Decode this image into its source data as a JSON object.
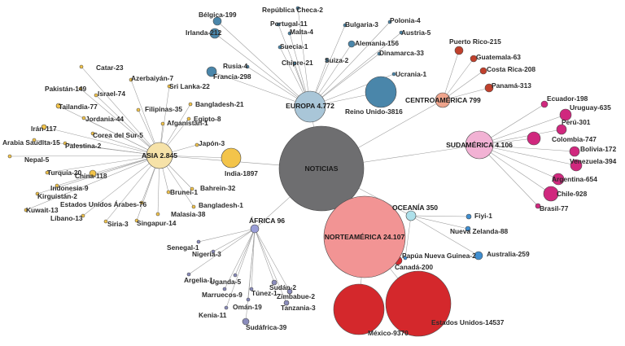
{
  "colors": {
    "center": "#6e6e70",
    "asia_hub": "#f6e2a8",
    "asia": "#f3c44a",
    "europa_hub": "#a9c6d8",
    "europa": "#4a86aa",
    "centro_hub": "#eea48c",
    "centro": "#c0402c",
    "sud_hub": "#f2b2d4",
    "sud": "#d0287e",
    "oceania_hub": "#aee0ea",
    "oceania": "#3f8ed0",
    "norte_hub": "#f29494",
    "norte": "#d4282c",
    "africa_hub": "#9a9ed8",
    "africa": "#8a8cbc"
  },
  "hubs": [
    {
      "id": "noticias",
      "label": "NOTICIAS",
      "color": "center"
    },
    {
      "id": "asia",
      "label": "ASIA 2.845",
      "color": "asia_hub"
    },
    {
      "id": "europa",
      "label": "EUROPA  4.772",
      "color": "europa_hub"
    },
    {
      "id": "centro",
      "label": "CENTROAMÉRICA 799",
      "color": "centro_hub"
    },
    {
      "id": "sud",
      "label": "SUDAMÉRICA 4.106",
      "color": "sud_hub"
    },
    {
      "id": "oceania",
      "label": "OCEANÍA 350",
      "color": "oceania_hub"
    },
    {
      "id": "norte",
      "label": "NORTEAMÉRICA 24.107",
      "color": "norte_hub"
    },
    {
      "id": "africa",
      "label": "ÁFRICA 96",
      "color": "africa_hub"
    }
  ],
  "nodes": [
    {
      "id": "catar",
      "hub": "asia",
      "label": "Catar-23",
      "color": "asia"
    },
    {
      "id": "azerbaiyan",
      "hub": "asia",
      "label": "Azerbaiyán-7",
      "color": "asia"
    },
    {
      "id": "pakistan",
      "hub": "asia",
      "label": "Pakistán-149",
      "color": "asia"
    },
    {
      "id": "israel",
      "hub": "asia",
      "label": "Israel-74",
      "color": "asia"
    },
    {
      "id": "srilanka",
      "hub": "asia",
      "label": "Sri Lanka-22",
      "color": "asia"
    },
    {
      "id": "tailandia",
      "hub": "asia",
      "label": "Tailandia-77",
      "color": "asia"
    },
    {
      "id": "filipinas",
      "hub": "asia",
      "label": "Filipinas-35",
      "color": "asia"
    },
    {
      "id": "bangladesh21",
      "hub": "asia",
      "label": "Bangladesh-21",
      "color": "asia"
    },
    {
      "id": "jordania",
      "hub": "asia",
      "label": "Jordania-44",
      "color": "asia"
    },
    {
      "id": "afganistan",
      "hub": "asia",
      "label": "Afganistán-1",
      "color": "asia"
    },
    {
      "id": "egipto",
      "hub": "asia",
      "label": "Egipto-8",
      "color": "asia"
    },
    {
      "id": "iran",
      "hub": "asia",
      "label": "Irán-117",
      "color": "asia"
    },
    {
      "id": "corea",
      "hub": "asia",
      "label": "Corea del Sur-5",
      "color": "asia"
    },
    {
      "id": "arabia",
      "hub": "asia",
      "label": "Arabia Saudita-15",
      "color": "asia"
    },
    {
      "id": "palestina",
      "hub": "asia",
      "label": "Palestina-2",
      "color": "asia"
    },
    {
      "id": "japon",
      "hub": "asia",
      "label": "Japón-3",
      "color": "asia"
    },
    {
      "id": "nepal",
      "hub": "asia",
      "label": "Nepal-5",
      "color": "asia"
    },
    {
      "id": "turquia",
      "hub": "asia",
      "label": "Turquía-20",
      "color": "asia"
    },
    {
      "id": "china",
      "hub": "asia",
      "label": "China-118",
      "color": "asia"
    },
    {
      "id": "india",
      "hub": "asia",
      "label": "India-1897",
      "color": "asia"
    },
    {
      "id": "indonesia",
      "hub": "asia",
      "label": "Indonesia-9",
      "color": "asia"
    },
    {
      "id": "kirguistan",
      "hub": "asia",
      "label": "Kirguistán-2",
      "color": "asia"
    },
    {
      "id": "eau",
      "hub": "asia",
      "label": "Estados Unidos Árabes-76",
      "color": "asia"
    },
    {
      "id": "brunei",
      "hub": "asia",
      "label": "Brunei-1",
      "color": "asia"
    },
    {
      "id": "bahrein",
      "hub": "asia",
      "label": "Bahrein-32",
      "color": "asia"
    },
    {
      "id": "kuwait",
      "hub": "asia",
      "label": "Kuwait-13",
      "color": "asia"
    },
    {
      "id": "libano",
      "hub": "asia",
      "label": "Líbano-13",
      "color": "asia"
    },
    {
      "id": "malasia",
      "hub": "asia",
      "label": "Malasia-38",
      "color": "asia"
    },
    {
      "id": "bangladesh1",
      "hub": "asia",
      "label": "Bangladesh-1",
      "color": "asia"
    },
    {
      "id": "siria",
      "hub": "asia",
      "label": "Siria-3",
      "color": "asia"
    },
    {
      "id": "singapur",
      "hub": "asia",
      "label": "Singapur-14",
      "color": "asia"
    },
    {
      "id": "belgica",
      "hub": "europa",
      "label": "Bélgica-199",
      "color": "europa"
    },
    {
      "id": "rcheca",
      "hub": "europa",
      "label": "República Checa-2",
      "color": "europa"
    },
    {
      "id": "portugal",
      "hub": "europa",
      "label": "Portugal-11",
      "color": "europa"
    },
    {
      "id": "irlanda",
      "hub": "europa",
      "label": "Irlanda-212",
      "color": "europa"
    },
    {
      "id": "malta",
      "hub": "europa",
      "label": "Malta-4",
      "color": "europa"
    },
    {
      "id": "bulgaria",
      "hub": "europa",
      "label": "Bulgaria-3",
      "color": "europa"
    },
    {
      "id": "polonia",
      "hub": "europa",
      "label": "Polonia-4",
      "color": "europa"
    },
    {
      "id": "austria",
      "hub": "europa",
      "label": "Austria-5",
      "color": "europa"
    },
    {
      "id": "suecia",
      "hub": "europa",
      "label": "Suecia-1",
      "color": "europa"
    },
    {
      "id": "alemania",
      "hub": "europa",
      "label": "Alemania-156",
      "color": "europa"
    },
    {
      "id": "dinamarca",
      "hub": "europa",
      "label": "Dinamarca-33",
      "color": "europa"
    },
    {
      "id": "rusia",
      "hub": "europa",
      "label": "Rusia-4",
      "color": "europa"
    },
    {
      "id": "suiza",
      "hub": "europa",
      "label": "Suiza-2",
      "color": "europa"
    },
    {
      "id": "chipre",
      "hub": "europa",
      "label": "Chipre-21",
      "color": "europa"
    },
    {
      "id": "francia",
      "hub": "europa",
      "label": "Francia-298",
      "color": "europa"
    },
    {
      "id": "ucrania",
      "hub": "europa",
      "label": "Ucrania-1",
      "color": "europa"
    },
    {
      "id": "reinounido",
      "hub": "europa",
      "label": "Reino Unido-3816",
      "color": "europa"
    },
    {
      "id": "puertorico",
      "hub": "centro",
      "label": "Puerto Rico-215",
      "color": "centro"
    },
    {
      "id": "guatemala",
      "hub": "centro",
      "label": "Guatemala-63",
      "color": "centro"
    },
    {
      "id": "costarica",
      "hub": "centro",
      "label": "Costa Rica-208",
      "color": "centro"
    },
    {
      "id": "panama",
      "hub": "centro",
      "label": "Panamá-313",
      "color": "centro"
    },
    {
      "id": "ecuador",
      "hub": "sud",
      "label": "Ecuador-198",
      "color": "sud"
    },
    {
      "id": "uruguay",
      "hub": "sud",
      "label": "Uruguay-635",
      "color": "sud"
    },
    {
      "id": "peru",
      "hub": "sud",
      "label": "Perú-301",
      "color": "sud"
    },
    {
      "id": "colombia",
      "hub": "sud",
      "label": "Colombia-747",
      "color": "sud"
    },
    {
      "id": "bolivia",
      "hub": "sud",
      "label": "Bolivia-172",
      "color": "sud"
    },
    {
      "id": "venezuela",
      "hub": "sud",
      "label": "Venezuela-394",
      "color": "sud"
    },
    {
      "id": "argentina",
      "hub": "sud",
      "label": "Argentina-654",
      "color": "sud"
    },
    {
      "id": "chile",
      "hub": "sud",
      "label": "Chile-928",
      "color": "sud"
    },
    {
      "id": "brasil",
      "hub": "sud",
      "label": "Brasil-77",
      "color": "sud"
    },
    {
      "id": "fiyi",
      "hub": "oceania",
      "label": "Fiyi-1",
      "color": "oceania"
    },
    {
      "id": "nzelanda",
      "hub": "oceania",
      "label": "Nueva Zelanda-88",
      "color": "oceania"
    },
    {
      "id": "australia",
      "hub": "oceania",
      "label": "Australia-259",
      "color": "oceania"
    },
    {
      "id": "papua",
      "hub": "oceania",
      "label": "Papúa Nueva Guinea-2",
      "color": "oceania"
    },
    {
      "id": "canada",
      "hub": "norte",
      "label": "Canadá-200",
      "color": "norte"
    },
    {
      "id": "mexico",
      "hub": "norte",
      "label": "México-9370",
      "color": "norte"
    },
    {
      "id": "eeuu",
      "hub": "norte",
      "label": "Estados Unidos-14537",
      "color": "norte"
    },
    {
      "id": "senegal",
      "hub": "africa",
      "label": "Senegal-1",
      "color": "africa"
    },
    {
      "id": "nigeria",
      "hub": "africa",
      "label": "Nigeria-3",
      "color": "africa"
    },
    {
      "id": "argelia",
      "hub": "africa",
      "label": "Argelia-1",
      "color": "africa"
    },
    {
      "id": "uganda",
      "hub": "africa",
      "label": "Uganda-5",
      "color": "africa"
    },
    {
      "id": "sudan",
      "hub": "africa",
      "label": "Sudán-2",
      "color": "africa"
    },
    {
      "id": "marruecos",
      "hub": "africa",
      "label": "Marruecos-9",
      "color": "africa"
    },
    {
      "id": "tunez",
      "hub": "africa",
      "label": "Túnez-1",
      "color": "africa"
    },
    {
      "id": "zimbabue",
      "hub": "africa",
      "label": "Zimbabue-2",
      "color": "africa"
    },
    {
      "id": "oman",
      "hub": "africa",
      "label": "Omán-19",
      "color": "africa"
    },
    {
      "id": "tanzania",
      "hub": "africa",
      "label": "Tanzania-3",
      "color": "africa"
    },
    {
      "id": "kenia",
      "hub": "africa",
      "label": "Kenia-11",
      "color": "africa"
    },
    {
      "id": "sudafrica",
      "hub": "africa",
      "label": "Sudáfrica-39",
      "color": "africa"
    }
  ]
}
